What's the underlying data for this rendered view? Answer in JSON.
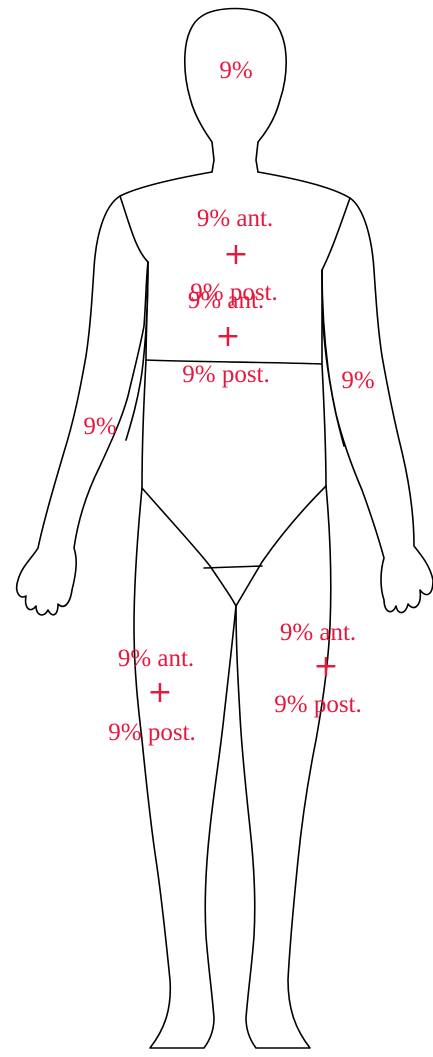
{
  "label_color": "#e8173c",
  "outline_color": "#000000",
  "regions": {
    "head": {
      "value": "9%"
    },
    "chest": {
      "ant": "9% ant.",
      "plus": "+",
      "post": "9% post."
    },
    "abdomen": {
      "ant": "9% ant.",
      "plus": "+",
      "post": "9% post."
    },
    "right_arm": {
      "value": "9%"
    },
    "left_arm": {
      "value": "9%"
    },
    "right_leg": {
      "ant": "9% ant.",
      "plus": "+",
      "post": "9% post."
    },
    "left_leg": {
      "ant": "9% ant.",
      "plus": "+",
      "post": "9% post."
    }
  }
}
